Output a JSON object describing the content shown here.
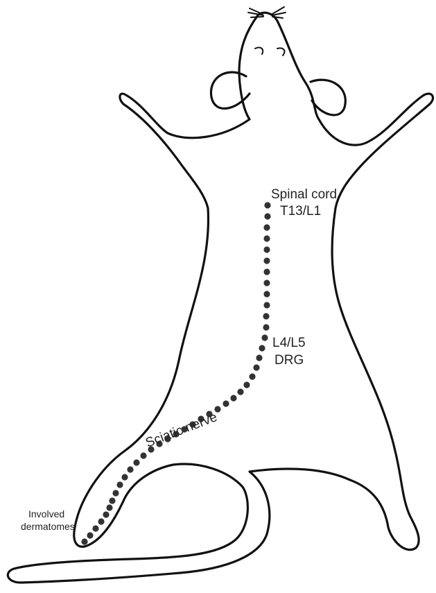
{
  "labels": {
    "spinal_cord": "Spinal cord",
    "segment": "T13/L1",
    "ganglion_level": "L4/L5",
    "ganglion": "DRG",
    "nerve": "Sciatic nerve",
    "dermatomes_line1": "Involved",
    "dermatomes_line2": "dermatomes"
  },
  "colors": {
    "outline": "#111111",
    "dots": "#333333",
    "text": "#222222"
  }
}
